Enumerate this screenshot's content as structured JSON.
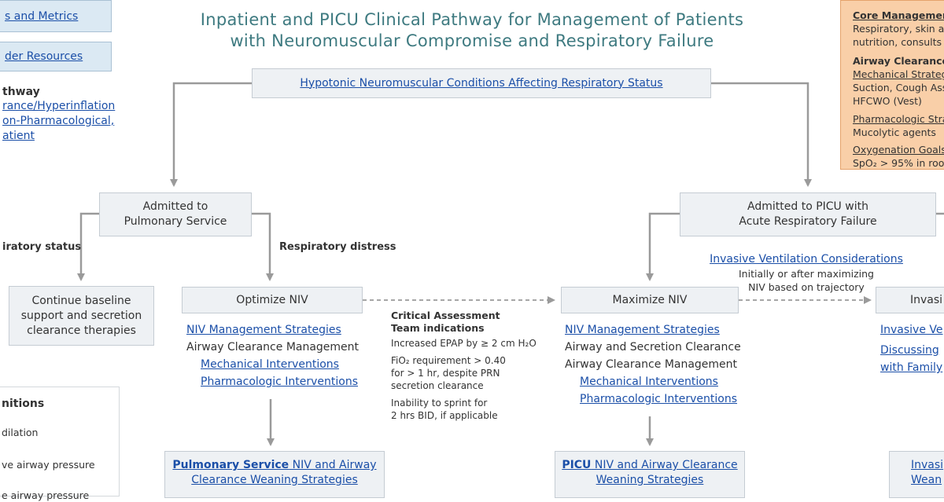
{
  "title": {
    "line1": "Inpatient and PICU Clinical Pathway for Management of Patients",
    "line2": "with Neuromuscular Compromise and Respiratory Failure"
  },
  "left_panel": {
    "metrics_link": "s and Metrics",
    "resources_link": "der Resources",
    "pathway_heading": "thway",
    "link1": "rance/Hyperinflation",
    "link2": "on-Pharmacological,",
    "link3": "atient",
    "definitions_heading": "nitions",
    "def1": "dilation",
    "def2": "ve airway pressure",
    "def3": "e airway pressure"
  },
  "right_panel": {
    "core_link": "Core Managemen",
    "core_text": "Respiratory, skin a",
    "core_text2": "nutrition, consults",
    "airway_heading": "Airway Clearance",
    "mech_link": "Mechanical Strateg",
    "mech_text1": "Suction, Cough Ass",
    "mech_text2": "HFCWO (Vest)",
    "pharm_link": "Pharmacologic Stra",
    "pharm_text": "Mucolytic agents",
    "oxy_link": "Oxygenation Goals",
    "oxy_text": "SpO₂ > 95% in roo"
  },
  "nodes": {
    "top": "Hypotonic Neuromuscular Conditions Affecting Respiratory Status",
    "pulm_line1": "Admitted to",
    "pulm_line2": "Pulmonary Service",
    "picu_line1": "Admitted to PICU with",
    "picu_line2": "Acute Respiratory Failure",
    "continue_line1": "Continue baseline",
    "continue_line2": "support and secretion",
    "continue_line3": "clearance therapies",
    "optimize": "Optimize NIV",
    "maximize": "Maximize NIV",
    "invasive_partial": "Invasi",
    "pulm_wean_bold": "Pulmonary Service",
    "pulm_wean_rest": " NIV and Airway",
    "pulm_wean_line2": "Clearance Weaning Strategies",
    "picu_wean_bold": "PICU",
    "picu_wean_rest": " NIV and Airway Clearance",
    "picu_wean_line2": "Weaning Strategies",
    "inv_wean_line1": "Invasi",
    "inv_wean_line2": "Wean"
  },
  "labels": {
    "resp_status": "iratory status",
    "resp_distress": "Respiratory distress",
    "inv_vent_link": "Invasive Ventilation Considerations",
    "inv_vent_text1": "Initially or after maximizing",
    "inv_vent_text2": "NIV based on trajectory"
  },
  "optimize_list": {
    "niv_link": "NIV Management Strategies",
    "airway_text": "Airway Clearance Management",
    "mech_link": "Mechanical Interventions",
    "pharm_link": "Pharmacologic Interventions"
  },
  "maximize_list": {
    "niv_link": "NIV Management Strategies",
    "airway_secretion": "Airway and Secretion Clearance",
    "airway_text": "Airway Clearance Management",
    "mech_link": "Mechanical Interventions",
    "pharm_link": "Pharmacologic Interventions"
  },
  "invasive_list": {
    "link1": "Invasive Ve",
    "link2": "Discussing",
    "link3": "with Family"
  },
  "critical": {
    "heading1": "Critical Assessment",
    "heading2": "Team indications",
    "item1": "Increased EPAP by ≥ 2 cm H₂O",
    "item2a": "FiO₂ requirement > 0.40",
    "item2b": "for > 1 hr, despite PRN",
    "item2c": "secretion clearance",
    "item3a": "Inability to sprint for",
    "item3b": "2 hrs BID, if applicable"
  },
  "colors": {
    "title": "#3e7a80",
    "link": "#1b4fa8",
    "box_fill": "#eef1f4",
    "box_border": "#c5ccd3",
    "side_fill": "#dbe9f3",
    "orange_fill": "#f9cfa8",
    "arrow": "#9a9a9a"
  }
}
